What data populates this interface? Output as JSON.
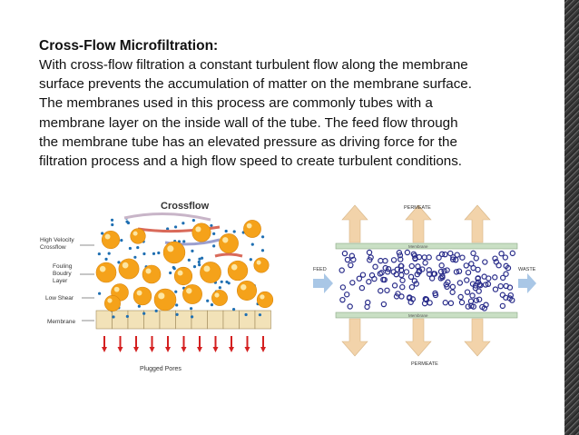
{
  "slide": {
    "heading": "Cross-Flow Microfiltration:",
    "body_lines": [
      "With cross-flow filtration a constant turbulent flow along the membrane",
      "surface prevents the accumulation of matter on the membrane surface.",
      "The membranes used in this process are commonly tubes with a",
      "membrane layer on the inside wall of the tube. The feed flow  through",
      "the membrane tube has an elevated pressure as driving force for the",
      "filtration  process and a high flow speed to create turbulent conditions."
    ]
  },
  "left_figure": {
    "title": "Crossflow",
    "labels": {
      "high_velocity": [
        "High Velocity",
        "Crossflow"
      ],
      "fouling": [
        "Fouling",
        "Boudry",
        "Layer"
      ],
      "low_shear": "Low Shear",
      "membrane": "Membrane",
      "plugged_pores": "Plugged Pores"
    },
    "colors": {
      "particle": "#f5a21a",
      "membrane": "#f2e2b8",
      "arrow": "#d42020",
      "dot": "#1f6fb2"
    }
  },
  "right_figure": {
    "labels": {
      "permeate_top": "PERMEATE",
      "permeate_bottom": "PERMEATE",
      "membrane_top": "Membrane",
      "membrane_bottom": "Membrane",
      "feed": "FEED",
      "waste": "WASTE"
    },
    "colors": {
      "membrane": "#c9dfc4",
      "particle": "#2a2d8a",
      "arrow": "#f2d3aa",
      "side_arrow": "#a9c7e6"
    }
  }
}
